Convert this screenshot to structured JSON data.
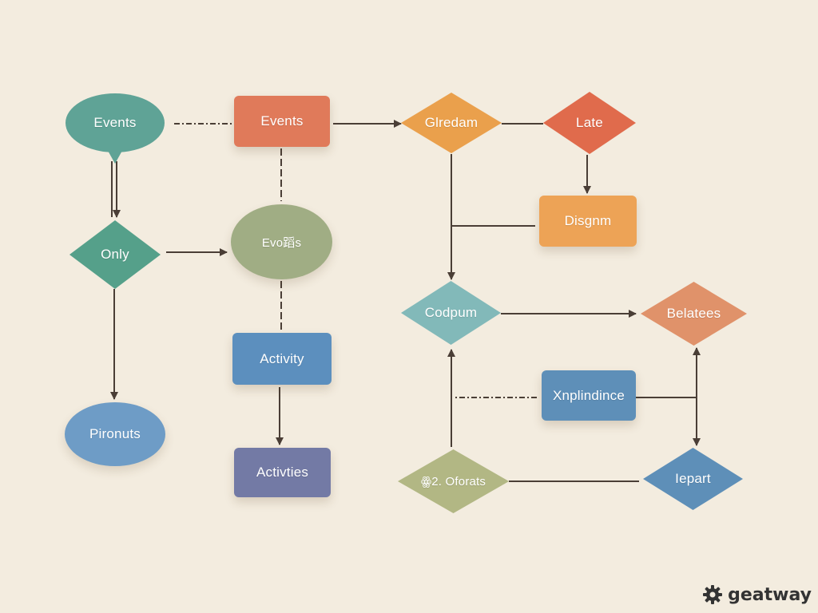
{
  "colors": {
    "background": "#f3ecdf",
    "connector": "#4a3e36",
    "teal": "#5fa396",
    "coral": "#e07a5a",
    "amber": "#eaa04c",
    "red": "#e06b4c",
    "orange": "#eda356",
    "sage": "#a0ad84",
    "green_teal": "#55a08a",
    "blue": "#5c8fbe",
    "slate_blue": "#6d83b8",
    "ice_teal": "#82b9b9",
    "peach": "#e0926a",
    "steel_blue": "#5e8fb8",
    "olive": "#b2b784",
    "purple": "#737aa5"
  },
  "nodes": {
    "events_bubble": "Events",
    "events_box": "Events",
    "glredam": "Glredam",
    "late": "Late",
    "disgnm": "Disgnm",
    "only": "Only",
    "evorts": "Evо蹈s",
    "codpum": "Codрum",
    "belatees": "Belatees",
    "activity": "Activity",
    "xnplindince": "Xnplindince",
    "pironuts": "Pironuts",
    "activties": "Activties",
    "oforats": "ꙮ2. Oforats",
    "iepart": "Iepart"
  },
  "brand": {
    "name": "geatway",
    "icon": "gear-icon"
  }
}
